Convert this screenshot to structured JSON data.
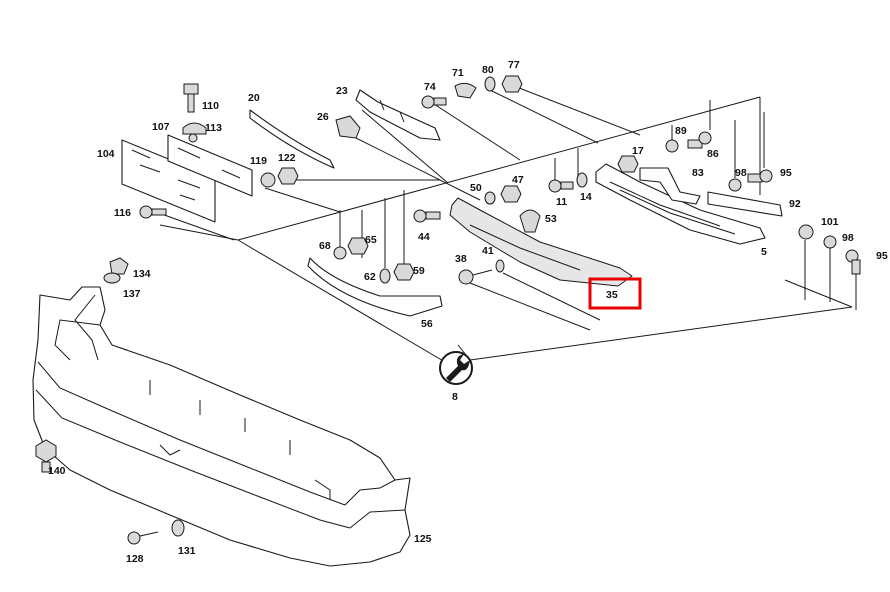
{
  "diagram": {
    "highlight_color": "#e60000",
    "highlighted_label": "35",
    "labels": [
      "110",
      "107",
      "113",
      "104",
      "20",
      "119",
      "122",
      "116",
      "134",
      "137",
      "23",
      "26",
      "74",
      "71",
      "80",
      "77",
      "89",
      "86",
      "17",
      "98",
      "95",
      "83",
      "92",
      "101",
      "50",
      "47",
      "11",
      "14",
      "53",
      "44",
      "68",
      "65",
      "62",
      "59",
      "41",
      "38",
      "56",
      "8",
      "140",
      "128",
      "131",
      "125",
      "5",
      "98",
      "95",
      "35"
    ]
  }
}
